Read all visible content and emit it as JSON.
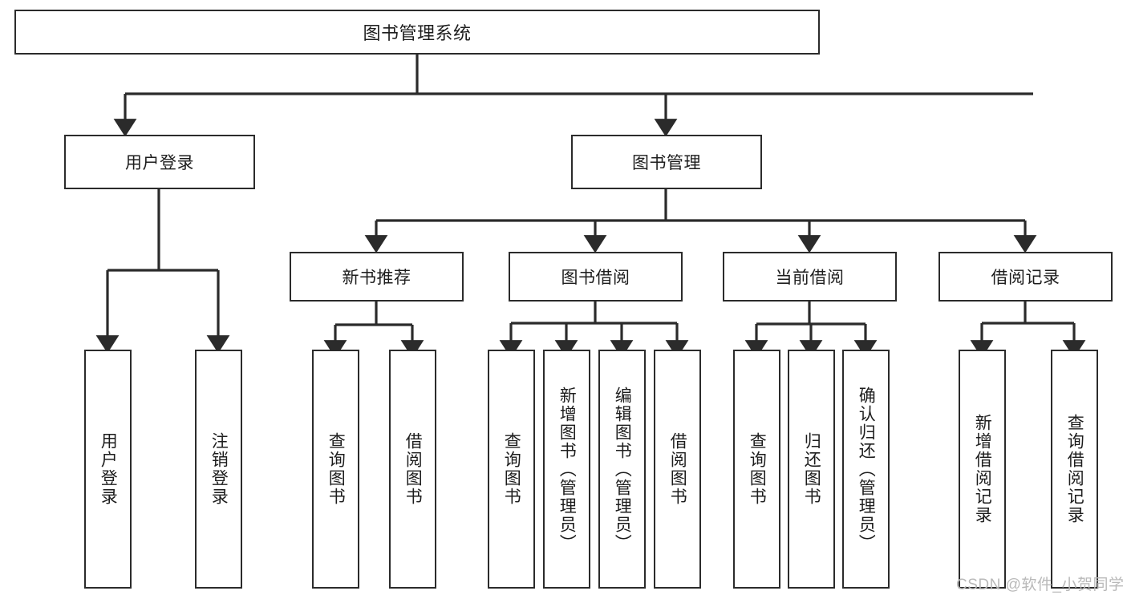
{
  "diagram": {
    "title": "图书管理系统",
    "watermark": "CSDN @软件_小贺同学",
    "colors": {
      "box_border": "#2b2b2b",
      "edge": "#2b2b2b",
      "text": "#1d1d1d",
      "background": "#ffffff",
      "watermark": "#b9b9b9"
    },
    "root": {
      "label": "图书管理系统"
    },
    "level1": [
      {
        "label": "用户登录"
      },
      {
        "label": "图书管理"
      }
    ],
    "level2": [
      {
        "label": "新书推荐"
      },
      {
        "label": "图书借阅"
      },
      {
        "label": "当前借阅"
      },
      {
        "label": "借阅记录"
      }
    ],
    "leaves": {
      "user_login": [
        {
          "label": "用户登录"
        },
        {
          "label": "注销登录"
        }
      ],
      "new_book_recommend": [
        {
          "label": "查询图书"
        },
        {
          "label": "借阅图书"
        }
      ],
      "book_borrow": [
        {
          "label": "查询图书"
        },
        {
          "label": "新增图书（管理员）"
        },
        {
          "label": "编辑图书（管理员）"
        },
        {
          "label": "借阅图书"
        }
      ],
      "current_borrow": [
        {
          "label": "查询图书"
        },
        {
          "label": "归还图书"
        },
        {
          "label": "确认归还（管理员）"
        }
      ],
      "borrow_record": [
        {
          "label": "新增借阅记录"
        },
        {
          "label": "查询借阅记录"
        }
      ]
    }
  },
  "chart_data": {
    "type": "tree-diagram",
    "title": "图书管理系统",
    "orientation": "top-down",
    "nodes": [
      {
        "id": "root",
        "label": "图书管理系统",
        "level": 0,
        "parent": null
      },
      {
        "id": "n-user-login",
        "label": "用户登录",
        "level": 1,
        "parent": "root"
      },
      {
        "id": "n-book-mgmt",
        "label": "图书管理",
        "level": 1,
        "parent": "root"
      },
      {
        "id": "n-new-book",
        "label": "新书推荐",
        "level": 2,
        "parent": "n-book-mgmt"
      },
      {
        "id": "n-book-borrow",
        "label": "图书借阅",
        "level": 2,
        "parent": "n-book-mgmt"
      },
      {
        "id": "n-current-borrow",
        "label": "当前借阅",
        "level": 2,
        "parent": "n-book-mgmt"
      },
      {
        "id": "n-borrow-record",
        "label": "借阅记录",
        "level": 2,
        "parent": "n-book-mgmt"
      },
      {
        "id": "l-user-login",
        "label": "用户登录",
        "level": 2,
        "parent": "n-user-login"
      },
      {
        "id": "l-logout",
        "label": "注销登录",
        "level": 2,
        "parent": "n-user-login"
      },
      {
        "id": "l-nb-query",
        "label": "查询图书",
        "level": 3,
        "parent": "n-new-book"
      },
      {
        "id": "l-nb-borrow",
        "label": "借阅图书",
        "level": 3,
        "parent": "n-new-book"
      },
      {
        "id": "l-bb-query",
        "label": "查询图书",
        "level": 3,
        "parent": "n-book-borrow"
      },
      {
        "id": "l-bb-add",
        "label": "新增图书（管理员）",
        "level": 3,
        "parent": "n-book-borrow"
      },
      {
        "id": "l-bb-edit",
        "label": "编辑图书（管理员）",
        "level": 3,
        "parent": "n-book-borrow"
      },
      {
        "id": "l-bb-borrow",
        "label": "借阅图书",
        "level": 3,
        "parent": "n-book-borrow"
      },
      {
        "id": "l-cb-query",
        "label": "查询图书",
        "level": 3,
        "parent": "n-current-borrow"
      },
      {
        "id": "l-cb-return",
        "label": "归还图书",
        "level": 3,
        "parent": "n-current-borrow"
      },
      {
        "id": "l-cb-confirm",
        "label": "确认归还（管理员）",
        "level": 3,
        "parent": "n-current-borrow"
      },
      {
        "id": "l-br-add",
        "label": "新增借阅记录",
        "level": 3,
        "parent": "n-borrow-record"
      },
      {
        "id": "l-br-query",
        "label": "查询借阅记录",
        "level": 3,
        "parent": "n-borrow-record"
      }
    ]
  }
}
